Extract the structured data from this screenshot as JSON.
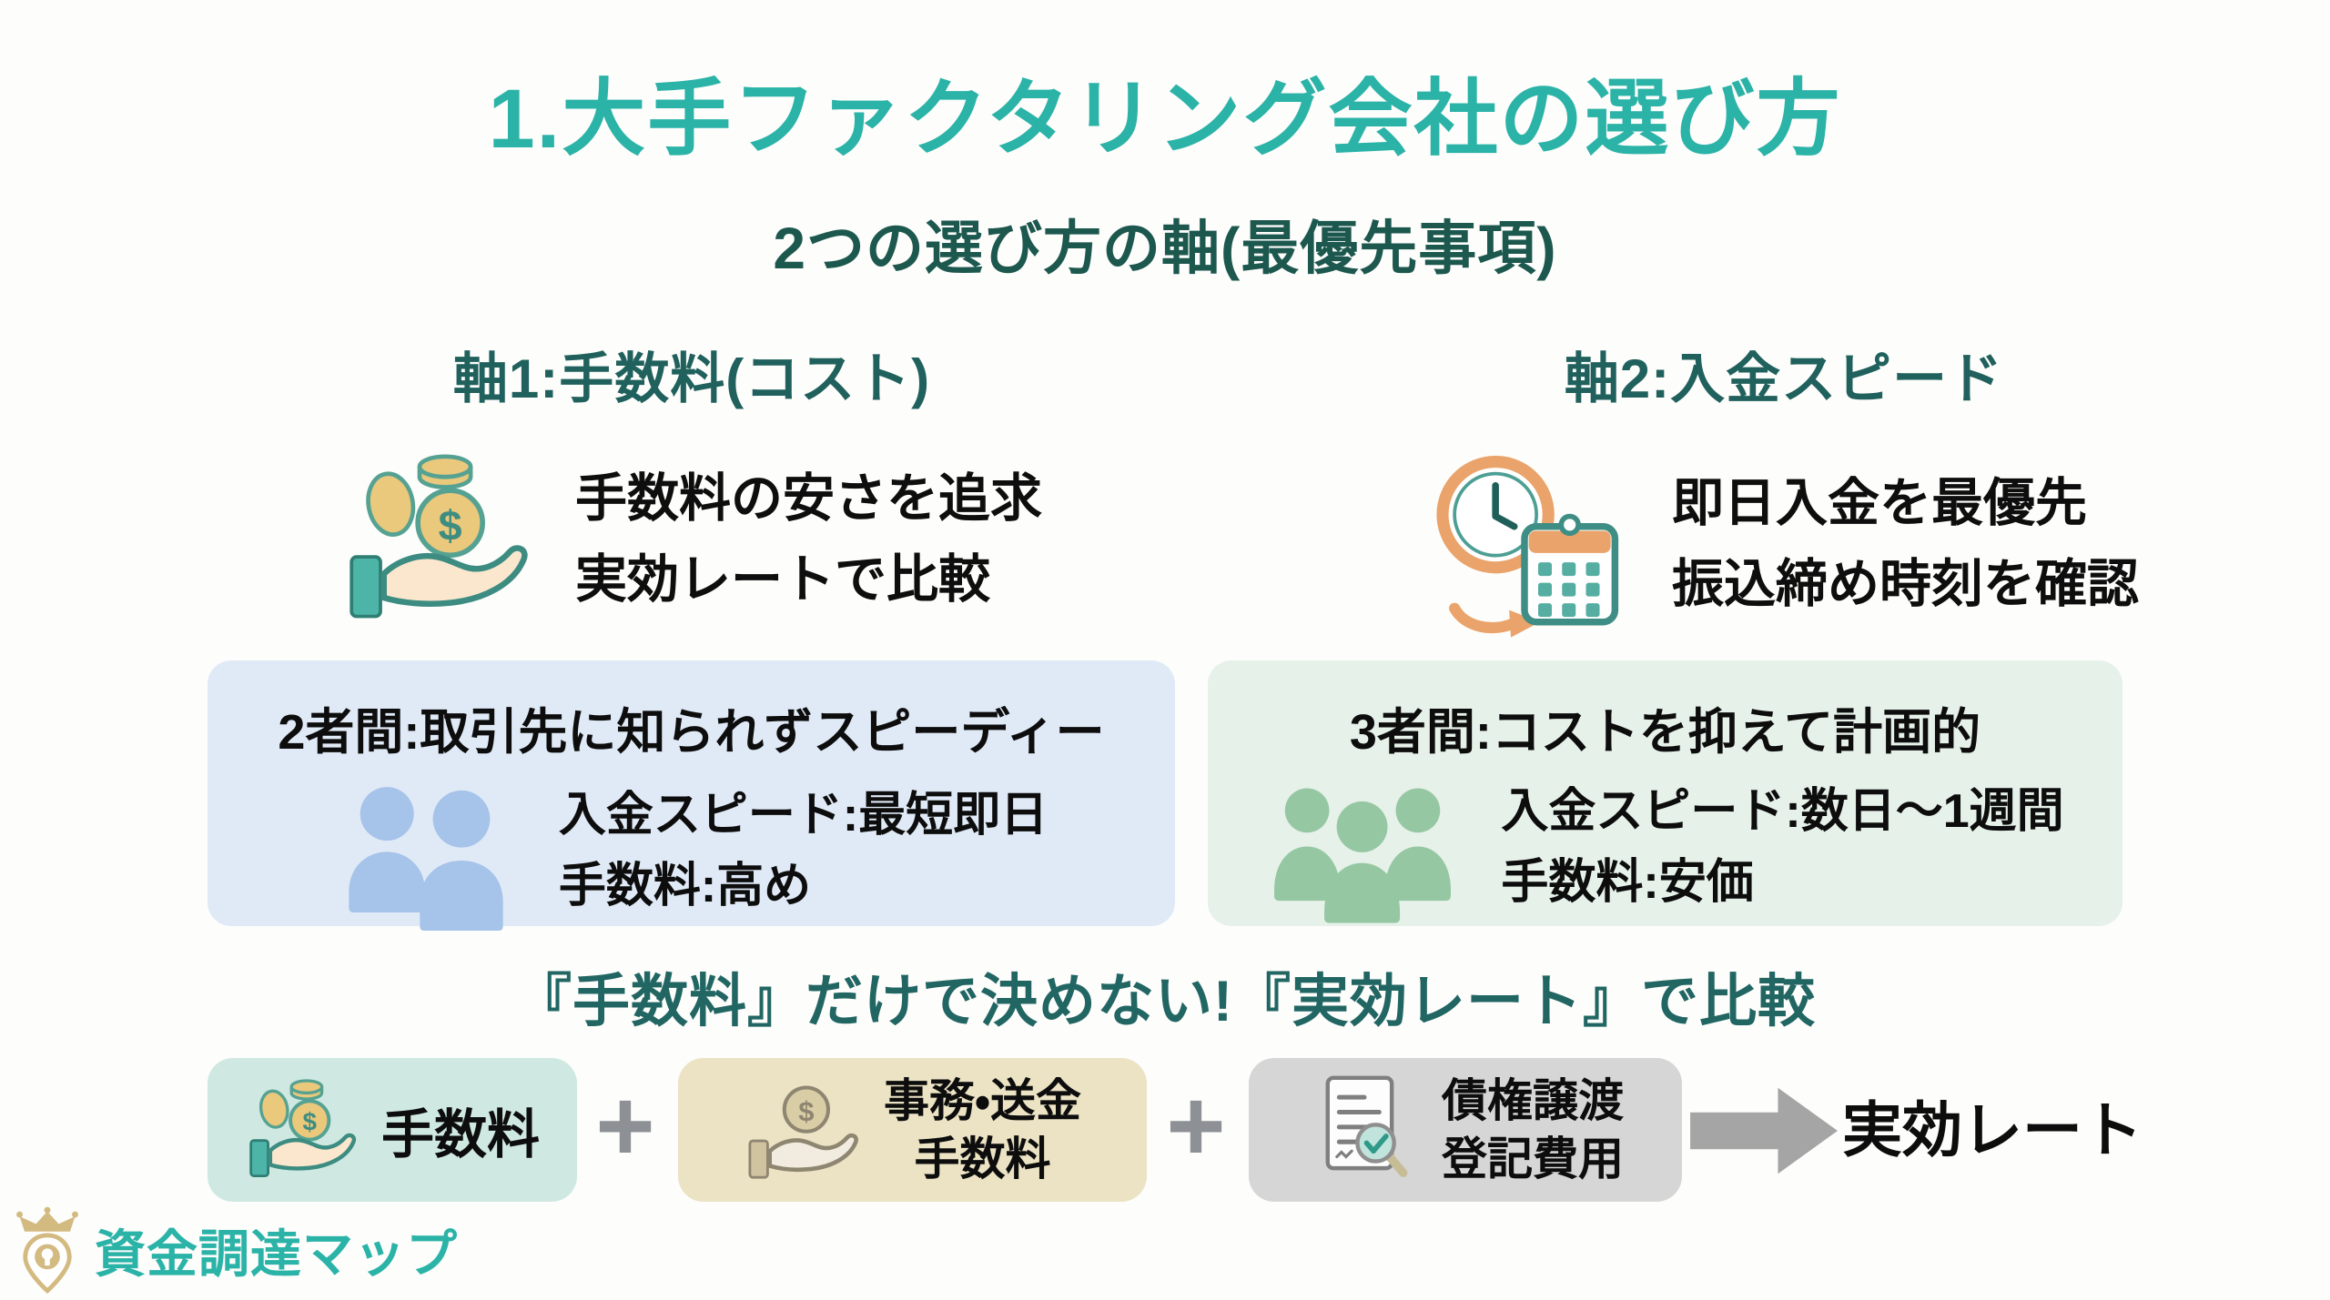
{
  "page": {
    "background": "#fdfdfb",
    "title": "1.大手ファクタリング会社の選び方",
    "subtitle": "2つの選び方の軸(最優先事項)"
  },
  "axes": [
    {
      "heading": "軸1:手数料(コスト)",
      "icon": "hand-coins-icon",
      "lines": [
        "手数料の安さを追求",
        "実効レートで比較"
      ]
    },
    {
      "heading": "軸2:入金スピード",
      "icon": "clock-calendar-icon",
      "lines": [
        "即日入金を最優先",
        "振込締め時刻を確認"
      ]
    }
  ],
  "option_cards": [
    {
      "title": "2者間:取引先に知られずスピーディー",
      "icon": "two-people-icon",
      "icon_color": "#a6c3e9",
      "bg_color": "#e0eaf7",
      "lines": [
        "入金スピード:最短即日",
        "手数料:高め"
      ]
    },
    {
      "title": "3者間:コストを抑えて計画的",
      "icon": "three-people-icon",
      "icon_color": "#96c7a3",
      "bg_color": "#e6f1e9",
      "lines": [
        "入金スピード:数日〜1週間",
        "手数料:安価"
      ]
    }
  ],
  "compare": {
    "heading": "『手数料』だけで決めない!『実効レート』で比較",
    "plus": "+",
    "terms": [
      {
        "label": "手数料",
        "icon": "hand-coins-icon",
        "bg_color": "#cfe9e2"
      },
      {
        "label": "事務・送金\n手数料",
        "icon": "hand-dollar-icon",
        "bg_color": "#ebe3c4"
      },
      {
        "label": "債権譲渡\n登記費用",
        "icon": "document-check-icon",
        "bg_color": "#d6d6d6"
      }
    ],
    "result": "実効レート",
    "arrow_icon": "right-block-arrow-icon"
  },
  "logo": {
    "icon": "crown-map-pin-icon",
    "text": "資金調達マップ"
  },
  "colors": {
    "title_teal": "#2bb3a8",
    "subtitle_dark_teal": "#1d584f",
    "heading_dark_teal": "#20615d",
    "text_black": "#0d0d0d",
    "plus_gray": "#8d9094",
    "arrow_gray": "#a5a5a5",
    "coin_gold": "#eac87c",
    "coin_stroke_teal": "#56a292",
    "hand_fill": "#fbe7cd",
    "hand_stroke_teal": "#3c8c81",
    "clock_orange": "#eaa36a",
    "logo_gold": "#d3ba80"
  }
}
